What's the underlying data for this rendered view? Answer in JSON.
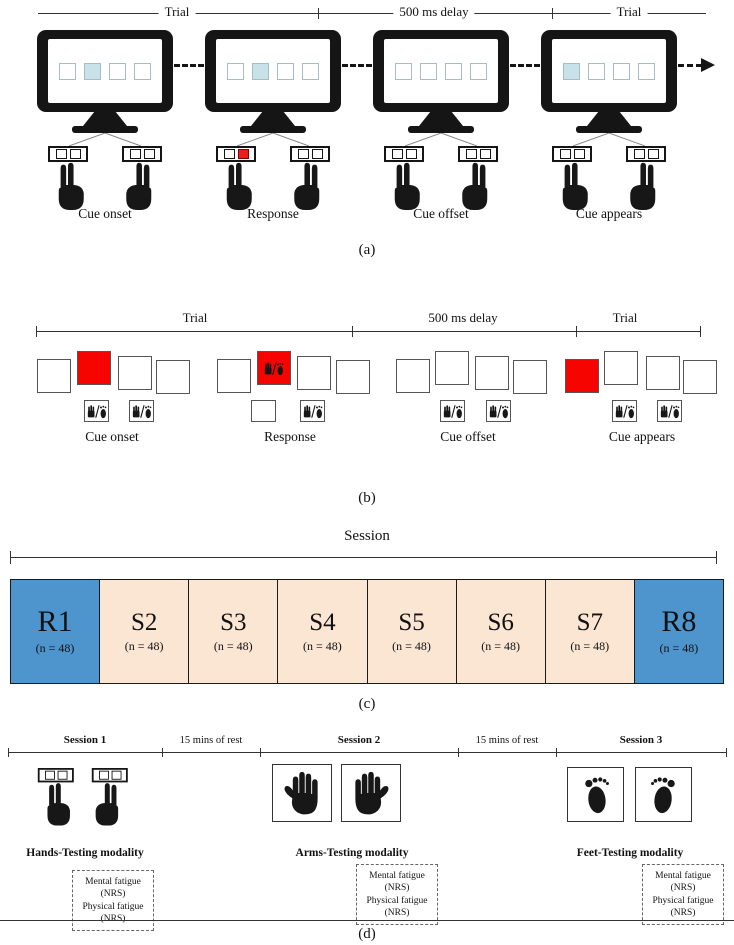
{
  "colors": {
    "cue_blue": "#c8e2ea",
    "response_red": "#ea1c1c",
    "cue_red": "#f50400",
    "rest_blue": "#4e94cd",
    "stim_peach": "#fbe5d3"
  },
  "icons": {
    "tap_hand": "two-finger-tapping-hand",
    "palm": "open-palm-hand",
    "foot": "footprint",
    "hand_foot": "hand-or-foot-with-slash"
  },
  "panel_a": {
    "label": "(a)",
    "timeline": [
      "Trial",
      "500 ms delay",
      "Trial"
    ],
    "stages": [
      {
        "caption": "Cue onset",
        "screen": [
          "empty",
          "cue",
          "empty",
          "empty"
        ],
        "keys": [
          "plain",
          "plain",
          "plain",
          "plain"
        ]
      },
      {
        "caption": "Response",
        "screen": [
          "empty",
          "cue",
          "empty",
          "empty"
        ],
        "keys": [
          "plain",
          "red",
          "plain",
          "plain"
        ]
      },
      {
        "caption": "Cue offset",
        "screen": [
          "empty",
          "empty",
          "empty",
          "empty"
        ],
        "keys": [
          "plain",
          "plain",
          "plain",
          "plain"
        ]
      },
      {
        "caption": "Cue appears",
        "screen": [
          "cue",
          "empty",
          "empty",
          "empty"
        ],
        "keys": [
          "plain",
          "plain",
          "plain",
          "plain"
        ]
      }
    ]
  },
  "panel_b": {
    "label": "(b)",
    "timeline": [
      "Trial",
      "500 ms delay",
      "Trial"
    ],
    "stages": [
      {
        "caption": "Cue onset",
        "squares": [
          "empty",
          "cue",
          "empty",
          "empty"
        ],
        "indicators": [
          "icon",
          "icon"
        ]
      },
      {
        "caption": "Response",
        "squares": [
          "empty",
          "cue-icon",
          "empty",
          "empty"
        ],
        "indicators": [
          "empty",
          "icon"
        ]
      },
      {
        "caption": "Cue offset",
        "squares": [
          "empty",
          "empty",
          "empty",
          "empty"
        ],
        "indicators": [
          "icon",
          "icon"
        ]
      },
      {
        "caption": "Cue appears",
        "squares": [
          "cue",
          "empty",
          "empty",
          "empty"
        ],
        "indicators": [
          "icon",
          "icon"
        ]
      }
    ]
  },
  "panel_c": {
    "label": "(c)",
    "title": "Session",
    "blocks": [
      {
        "name": "R1",
        "count": "(n = 48)",
        "kind": "rest"
      },
      {
        "name": "S2",
        "count": "(n = 48)",
        "kind": "stim"
      },
      {
        "name": "S3",
        "count": "(n = 48)",
        "kind": "stim"
      },
      {
        "name": "S4",
        "count": "(n = 48)",
        "kind": "stim"
      },
      {
        "name": "S5",
        "count": "(n = 48)",
        "kind": "stim"
      },
      {
        "name": "S6",
        "count": "(n = 48)",
        "kind": "stim"
      },
      {
        "name": "S7",
        "count": "(n = 48)",
        "kind": "stim"
      },
      {
        "name": "R8",
        "count": "(n = 48)",
        "kind": "rest"
      }
    ]
  },
  "panel_d": {
    "label": "(d)",
    "timeline": [
      "Session 1",
      "15 mins of rest",
      "Session 2",
      "15 mins of rest",
      "Session 3"
    ],
    "sessions": [
      {
        "modality": "Hands-Testing modality"
      },
      {
        "modality": "Arms-Testing modality"
      },
      {
        "modality": "Feet-Testing modality"
      }
    ],
    "fatigue_lines": [
      "Mental fatigue",
      "(NRS)",
      "Physical fatigue",
      "(NRS)"
    ]
  }
}
